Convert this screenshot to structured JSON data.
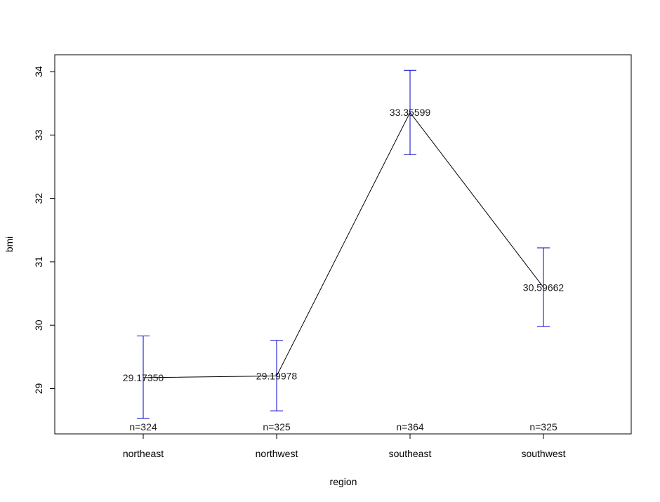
{
  "chart_data": {
    "type": "line",
    "title": "",
    "xlabel": "region",
    "ylabel": "bmi",
    "categories": [
      "northeast",
      "northwest",
      "southeast",
      "southwest"
    ],
    "means": [
      29.1735,
      29.19978,
      33.35599,
      30.59662
    ],
    "mean_labels": [
      "29.17350",
      "29.19978",
      "33.35599",
      "30.59662"
    ],
    "ci_lower": [
      28.53,
      28.65,
      32.69,
      29.98
    ],
    "ci_upper": [
      29.83,
      29.76,
      34.02,
      31.22
    ],
    "n_labels": [
      "n=324",
      "n=325",
      "n=364",
      "n=325"
    ],
    "yticks": [
      29,
      30,
      31,
      32,
      33,
      34
    ],
    "ylim": [
      28.4,
      34.25
    ],
    "grid": false,
    "line_color": "#000000",
    "errorbar_color": "#0000cc"
  }
}
